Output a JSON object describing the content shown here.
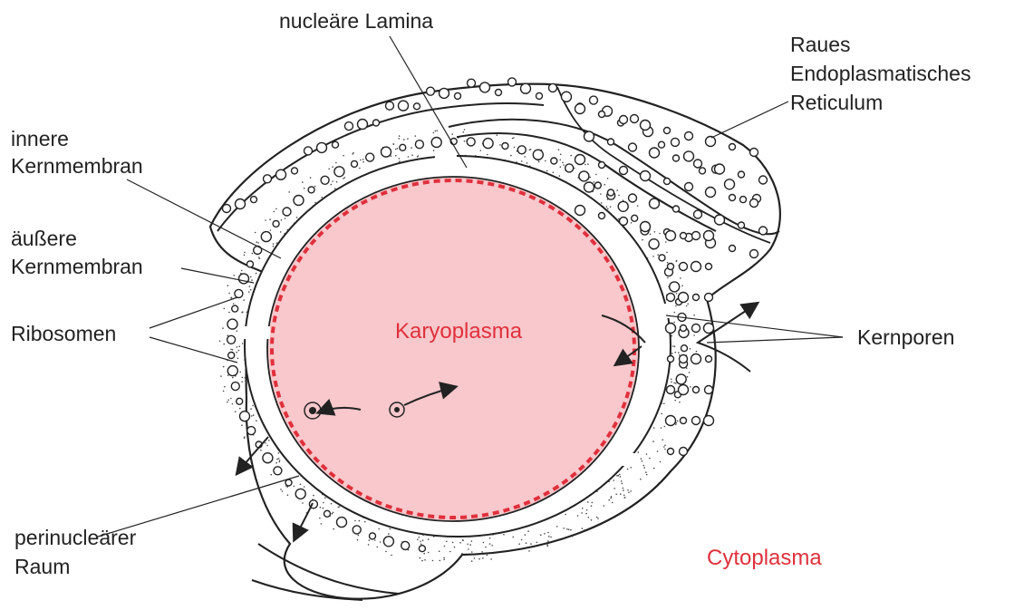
{
  "labels": {
    "nuclear_lamina": "nucleäre Lamina",
    "rough_er": [
      "Raues",
      "Endoplasmatisches",
      "Reticulum"
    ],
    "inner_membrane": [
      "innere",
      "Kernmembran"
    ],
    "outer_membrane": [
      "äußere",
      "Kernmembran"
    ],
    "ribosomes": "Ribosomen",
    "karyoplasm": "Karyoplasma",
    "nuclear_pores": "Kernporen",
    "perinuclear_space": [
      "perinucleärer",
      "Raum"
    ],
    "cytoplasm": "Cytoplasma"
  },
  "colors": {
    "karyoplasm_fill": "#f8c8cc",
    "lamina": "#e0303c",
    "ink": "#222222",
    "label_red": "#e0303c"
  }
}
